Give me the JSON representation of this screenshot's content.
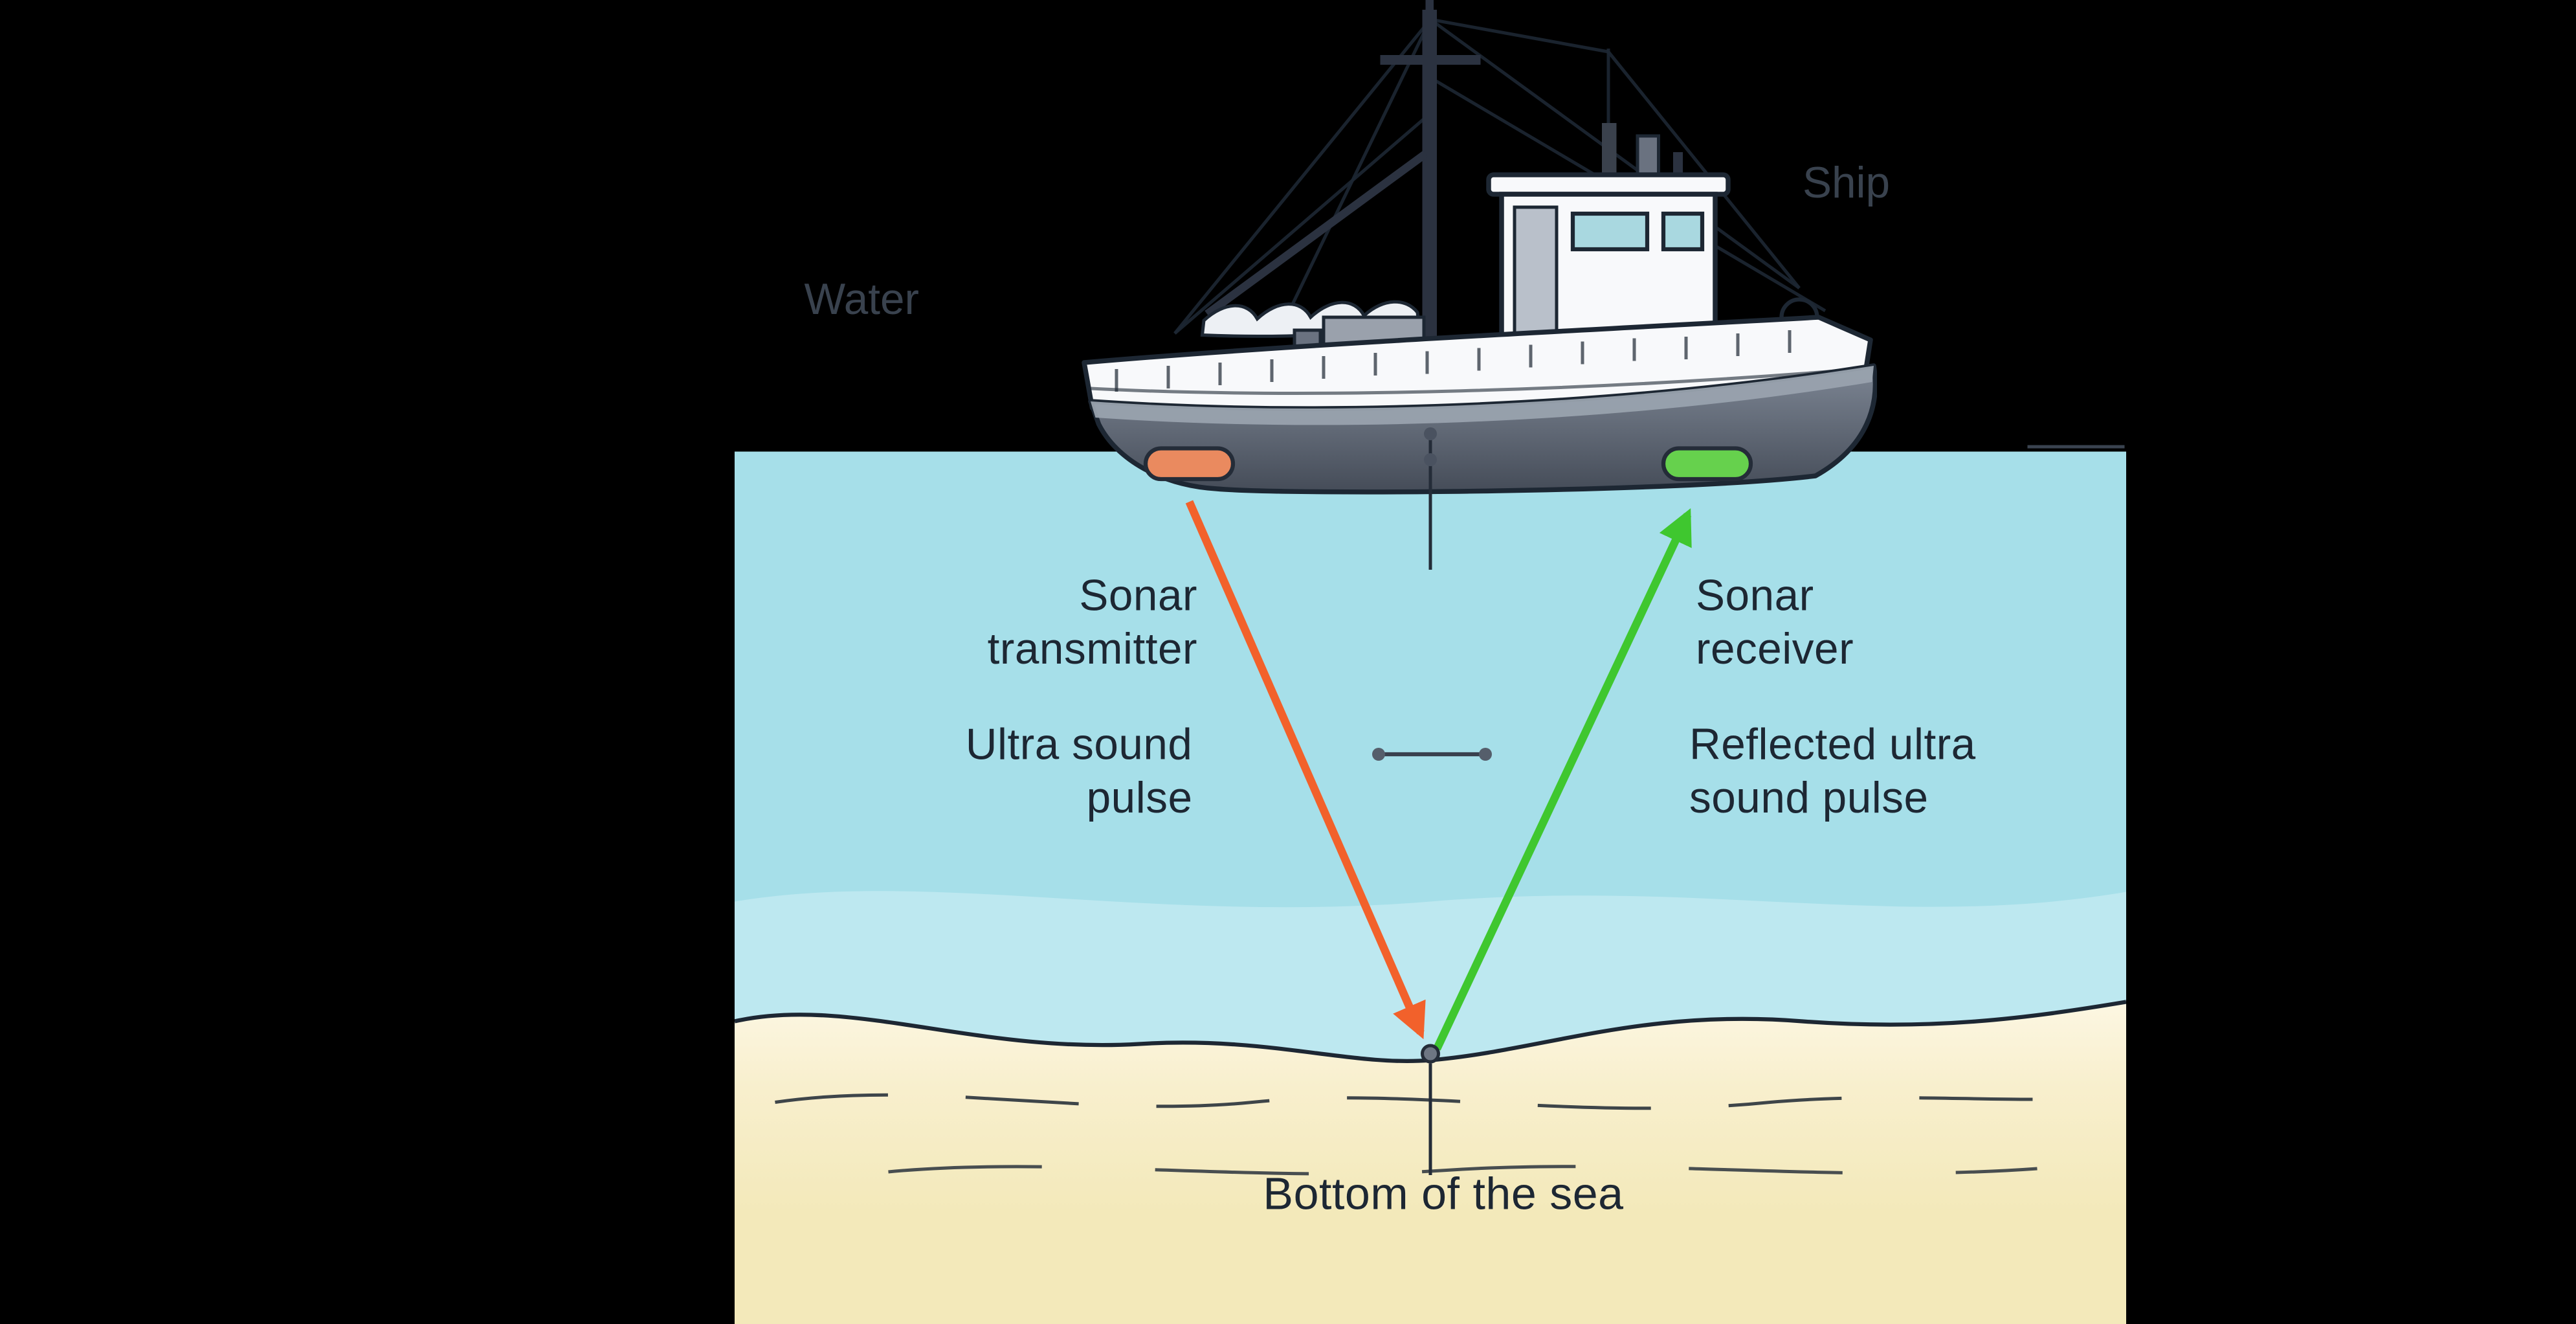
{
  "labels": {
    "ship": "Ship",
    "water": "Water",
    "transmitter": {
      "line1": "Sonar",
      "line2": "transmitter"
    },
    "pulse_down": {
      "line1": "Ultra sound",
      "line2": "pulse"
    },
    "receiver": {
      "line1": "Sonar",
      "line2": "receiver"
    },
    "pulse_up": {
      "line1": "Reflected ultra",
      "line2": "sound pulse"
    },
    "sea_bottom": "Bottom of the sea"
  },
  "colors": {
    "background": "#000000",
    "water": "#a6dfe9",
    "water_band": "#bde8f0",
    "sand": "#f3e9ba",
    "sand_highlight": "#fdf8e6",
    "outline": "#1d2733",
    "transmit_arrow": "#f2612b",
    "receive_arrow": "#3fc72f",
    "transmitter_badge": "#ea8a5f",
    "receiver_badge": "#66d14d",
    "label_text": "#1d2733",
    "dim_label_text": "#39424e"
  }
}
